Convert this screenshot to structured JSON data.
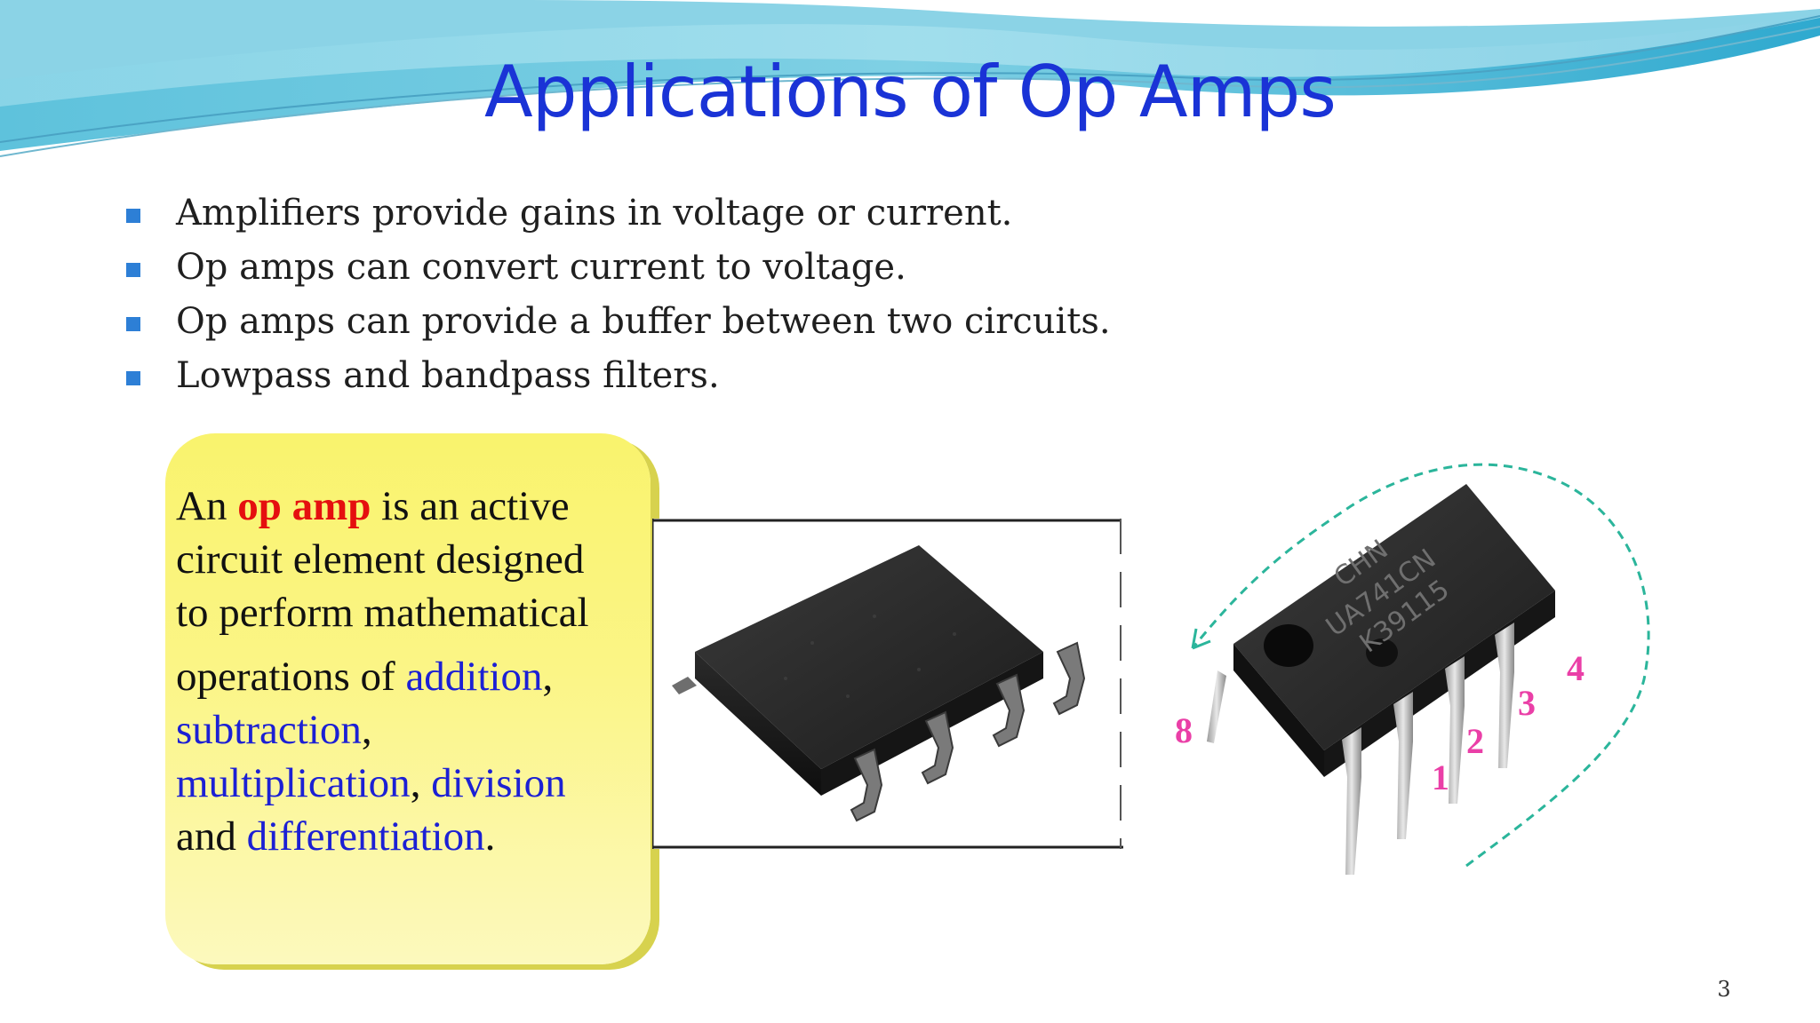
{
  "slide": {
    "title": "Applications of Op Amps",
    "page_number": "3"
  },
  "bullets": [
    "Amplifiers provide gains in voltage or current.",
    "Op amps can convert current to voltage.",
    "Op amps can provide a buffer between two circuits.",
    "Lowpass and bandpass filters."
  ],
  "callout": {
    "l1a": "An ",
    "l1b": "op amp",
    "l1c": " is an active",
    "l2": "circuit element designed",
    "l3": "to perform mathematical",
    "l4a": "operations of ",
    "l4b": "addition",
    "l4c": ",",
    "l5a": "subtraction",
    "l5b": ",",
    "l6a": "multiplication",
    "l6b": ", ",
    "l6c": "division",
    "l7a": "and ",
    "l7b": "differentiation",
    "l7c": "."
  },
  "chip": {
    "marking_line1": "CHN",
    "marking_line2": "UA741CN",
    "marking_line3": "K39115",
    "pin_labels": {
      "p1": "1",
      "p2": "2",
      "p3": "3",
      "p4": "4",
      "p8": "8"
    }
  },
  "colors": {
    "title": "#1a33d6",
    "bullet_marker": "#2d7fd6",
    "highlight_red": "#e50f0f",
    "highlight_blue": "#1c20d4",
    "pin_label": "#ea3fa7",
    "callout_fill": "#f9f36d"
  }
}
